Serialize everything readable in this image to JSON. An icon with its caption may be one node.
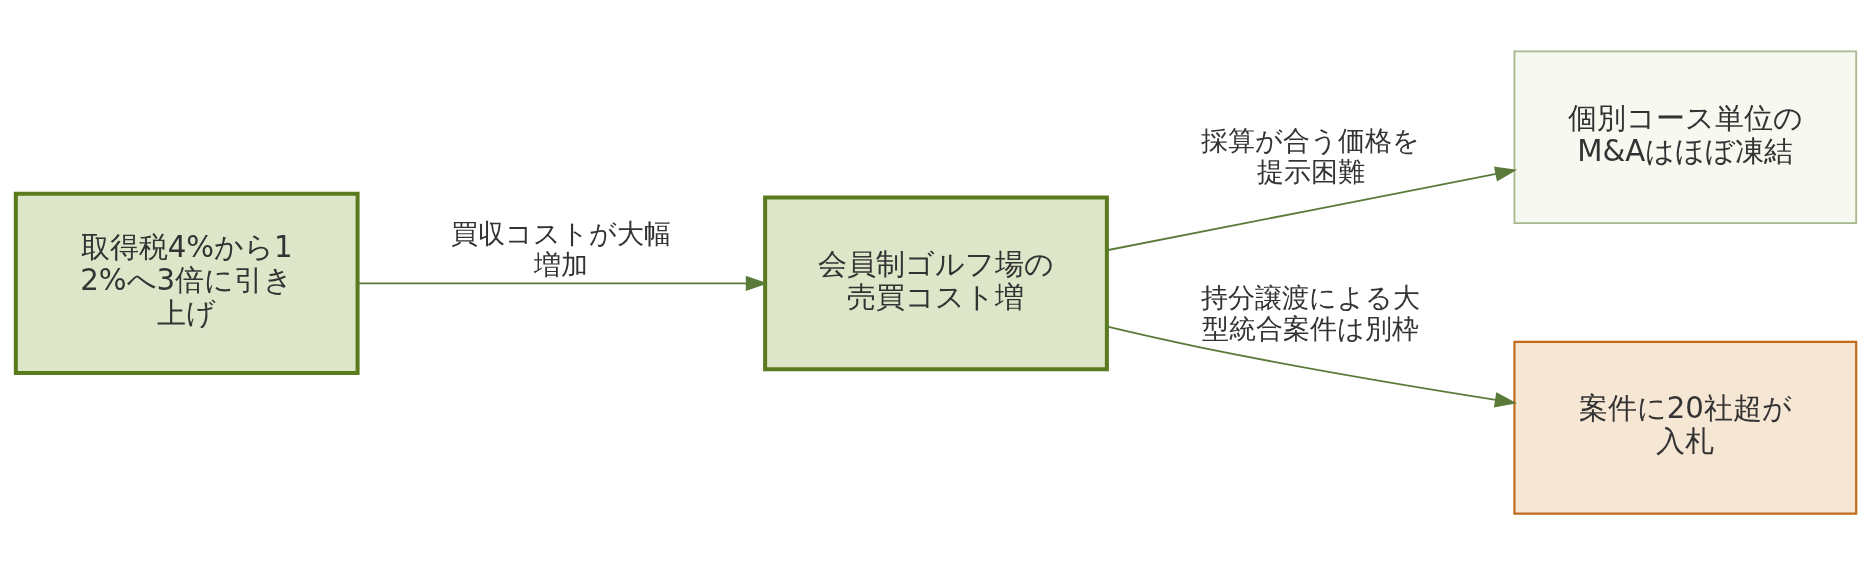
{
  "diagram": {
    "nodes": [
      {
        "text": [
          "取得税4%から12%へ3倍に引き上げ"
        ]
      },
      {
        "text": [
          "会員制ゴルフ場の売買コスト増"
        ]
      },
      {
        "text": [
          "個別コース単位のM&Aはほぼ凍結"
        ]
      },
      {
        "text": [
          "案件に20社超が入札"
        ]
      }
    ],
    "edges": [
      {
        "from": 0,
        "to": 1,
        "arrow": "to",
        "label": "買収コストが大幅増加"
      },
      {
        "from": 1,
        "to": 2,
        "arrow": "to",
        "label": "採算が合う価格を提示困難"
      },
      {
        "from": 1,
        "to": 3,
        "arrow": "to",
        "label": "持分譲渡による大型統合案件は別枠"
      }
    ]
  }
}
